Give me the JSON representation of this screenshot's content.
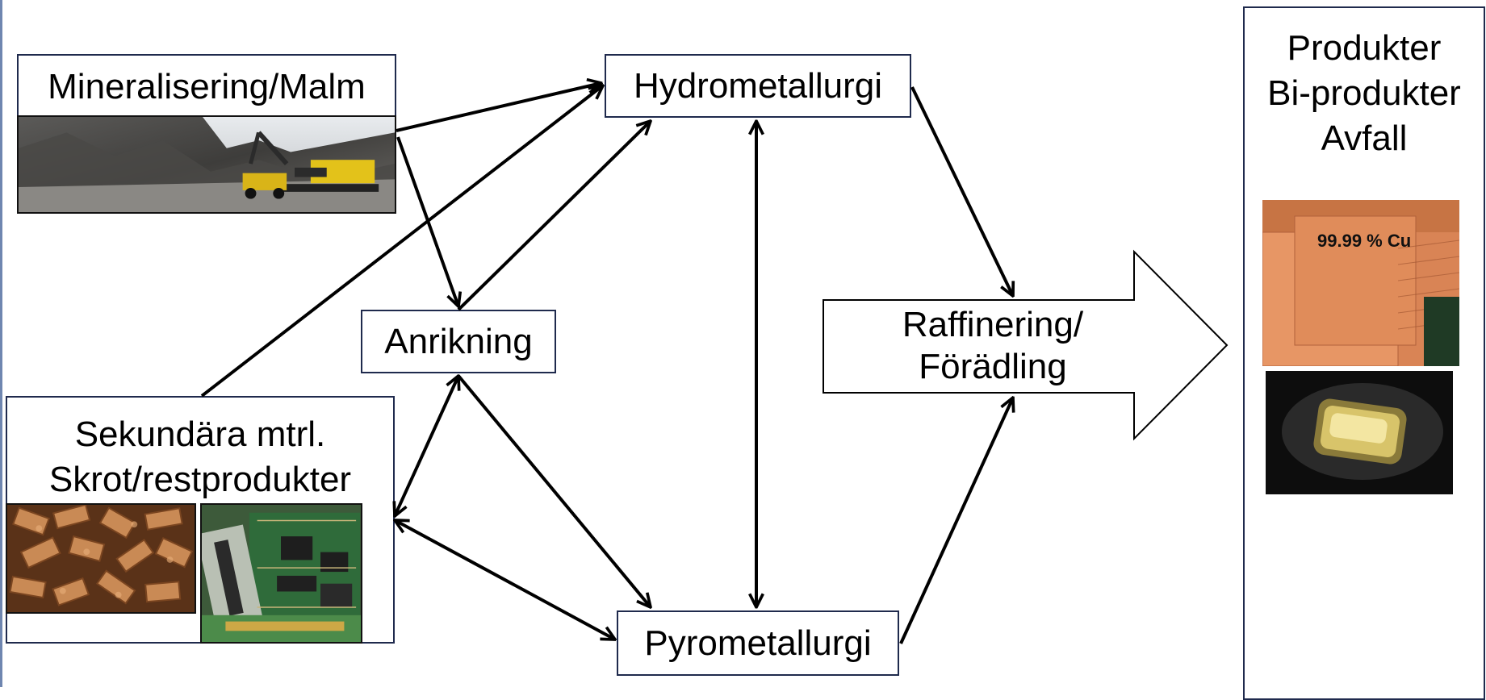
{
  "nodes": {
    "malm": "Mineralisering/Malm",
    "anrikning": "Anrikning",
    "hydro": "Hydrometallurgi",
    "pyro": "Pyrometallurgi",
    "sekundara_line1": "Sekundära mtrl.",
    "sekundara_line2": "Skrot/restprodukter",
    "raffinering_line1": "Raffinering/",
    "raffinering_line2": "Förädling",
    "produkter_line1": "Produkter",
    "produkter_line2": "Bi-produkter",
    "produkter_line3": "Avfall"
  },
  "photo_labels": {
    "copper_purity": "99.99 % Cu"
  },
  "colors": {
    "box_border": "#1f2a4d",
    "arrow": "#000000",
    "slide_edge": "#6f86b0"
  }
}
